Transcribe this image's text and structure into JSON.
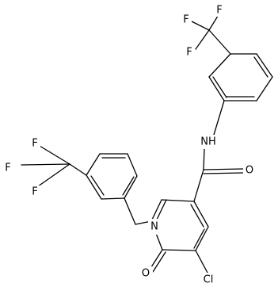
{
  "molecule": {
    "bond_color": "#000000",
    "background": "#ffffff",
    "atom_labels": {
      "f1": "F",
      "f2": "F",
      "f3": "F",
      "f4": "F",
      "f5": "F",
      "f6": "F",
      "nh": "NH",
      "n1": "N",
      "o_amide": "O",
      "o_ring": "O",
      "cl": "Cl"
    }
  }
}
